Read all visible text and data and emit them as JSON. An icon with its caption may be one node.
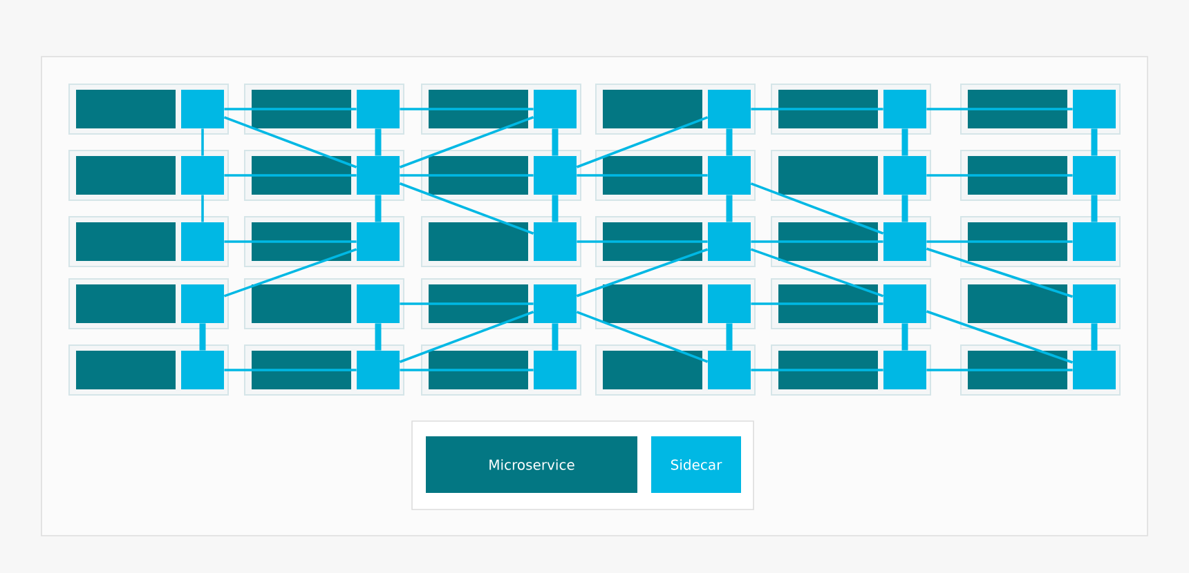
{
  "diagram": {
    "nodes": [
      {
        "text": [],
        "shape": "box"
      },
      {
        "text": [],
        "shape": "box"
      },
      {
        "text": [],
        "shape": "box"
      },
      {
        "text": [],
        "shape": "box"
      },
      {
        "text": [],
        "shape": "box"
      },
      {
        "text": [],
        "shape": "box"
      },
      {
        "text": [],
        "shape": "box"
      },
      {
        "text": [],
        "shape": "box"
      },
      {
        "text": [],
        "shape": "box"
      },
      {
        "text": [],
        "shape": "box"
      },
      {
        "text": [],
        "shape": "box"
      },
      {
        "text": [],
        "shape": "box"
      },
      {
        "text": [],
        "shape": "box"
      },
      {
        "text": [],
        "shape": "box"
      },
      {
        "text": [],
        "shape": "box"
      },
      {
        "text": [],
        "shape": "box"
      },
      {
        "text": [],
        "shape": "box"
      },
      {
        "text": [],
        "shape": "box"
      },
      {
        "text": [],
        "shape": "box"
      },
      {
        "text": [],
        "shape": "box"
      },
      {
        "text": [],
        "shape": "box"
      },
      {
        "text": [],
        "shape": "box"
      },
      {
        "text": [],
        "shape": "box"
      },
      {
        "text": [],
        "shape": "box"
      },
      {
        "text": [],
        "shape": "box"
      },
      {
        "text": [],
        "shape": "box"
      },
      {
        "text": [],
        "shape": "box"
      },
      {
        "text": [],
        "shape": "box"
      },
      {
        "text": [],
        "shape": "box"
      },
      {
        "text": [],
        "shape": "box"
      }
    ],
    "edges": [
      {
        "from": 0,
        "to": 1,
        "arrow": "none"
      },
      {
        "from": 1,
        "to": 2,
        "arrow": "none"
      },
      {
        "from": 3,
        "to": 4,
        "arrow": "none"
      },
      {
        "from": 4,
        "to": 5,
        "arrow": "none"
      },
      {
        "from": 6,
        "to": 7,
        "arrow": "none"
      },
      {
        "from": 7,
        "to": 8,
        "arrow": "none"
      },
      {
        "from": 8,
        "to": 9,
        "arrow": "none"
      },
      {
        "from": 10,
        "to": 11,
        "arrow": "none"
      },
      {
        "from": 12,
        "to": 13,
        "arrow": "none"
      },
      {
        "from": 14,
        "to": 15,
        "arrow": "none"
      },
      {
        "from": 15,
        "to": 16,
        "arrow": "none"
      },
      {
        "from": 16,
        "to": 17,
        "arrow": "none"
      },
      {
        "from": 19,
        "to": 20,
        "arrow": "none"
      },
      {
        "from": 21,
        "to": 22,
        "arrow": "none"
      },
      {
        "from": 24,
        "to": 25,
        "arrow": "none"
      },
      {
        "from": 25,
        "to": 26,
        "arrow": "none"
      },
      {
        "from": 27,
        "to": 28,
        "arrow": "none"
      },
      {
        "from": 28,
        "to": 29,
        "arrow": "none"
      },
      {
        "from": 0,
        "to": 7,
        "arrow": "none"
      },
      {
        "from": 18,
        "to": 13,
        "arrow": "none"
      },
      {
        "from": 7,
        "to": 2,
        "arrow": "none"
      },
      {
        "from": 7,
        "to": 14,
        "arrow": "none"
      },
      {
        "from": 25,
        "to": 20,
        "arrow": "none"
      },
      {
        "from": 8,
        "to": 3,
        "arrow": "none"
      },
      {
        "from": 20,
        "to": 15,
        "arrow": "none"
      },
      {
        "from": 20,
        "to": 27,
        "arrow": "none"
      },
      {
        "from": 9,
        "to": 16,
        "arrow": "none"
      },
      {
        "from": 15,
        "to": 22,
        "arrow": "none"
      },
      {
        "from": 16,
        "to": 23,
        "arrow": "none"
      },
      {
        "from": 22,
        "to": 29,
        "arrow": "none"
      },
      {
        "from": 0,
        "to": 6,
        "arrow": "none"
      },
      {
        "from": 6,
        "to": 12,
        "arrow": "none"
      },
      {
        "from": 18,
        "to": 24,
        "arrow": "none",
        "style": "thick"
      },
      {
        "from": 1,
        "to": 7,
        "arrow": "none",
        "style": "thick"
      },
      {
        "from": 7,
        "to": 13,
        "arrow": "none",
        "style": "thick"
      },
      {
        "from": 19,
        "to": 25,
        "arrow": "none",
        "style": "thick"
      },
      {
        "from": 2,
        "to": 8,
        "arrow": "none",
        "style": "thick"
      },
      {
        "from": 8,
        "to": 14,
        "arrow": "none",
        "style": "thick"
      },
      {
        "from": 20,
        "to": 26,
        "arrow": "none",
        "style": "thick"
      },
      {
        "from": 3,
        "to": 9,
        "arrow": "none",
        "style": "thick"
      },
      {
        "from": 9,
        "to": 15,
        "arrow": "none",
        "style": "thick"
      },
      {
        "from": 21,
        "to": 27,
        "arrow": "none",
        "style": "thick"
      },
      {
        "from": 4,
        "to": 10,
        "arrow": "none",
        "style": "thick"
      },
      {
        "from": 10,
        "to": 16,
        "arrow": "none",
        "style": "thick"
      },
      {
        "from": 22,
        "to": 28,
        "arrow": "none",
        "style": "thick"
      },
      {
        "from": 5,
        "to": 11,
        "arrow": "none",
        "style": "thick"
      },
      {
        "from": 11,
        "to": 17,
        "arrow": "none",
        "style": "thick"
      },
      {
        "from": 23,
        "to": 29,
        "arrow": "none",
        "style": "thick"
      }
    ],
    "legend": [
      {
        "text": "Microservice",
        "color": "#037783"
      },
      {
        "text": "Sidecar",
        "color": "#00b8e4"
      }
    ]
  }
}
